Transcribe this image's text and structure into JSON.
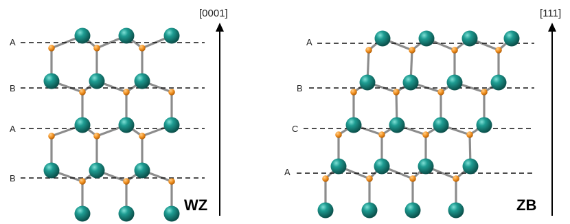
{
  "panels": [
    {
      "id": "wz",
      "name": "WZ",
      "axis_label": "[0001]",
      "layer_labels": [
        "A",
        "B",
        "A",
        "B"
      ]
    },
    {
      "id": "zb",
      "name": "ZB",
      "axis_label": "[111]",
      "layer_labels": [
        "A",
        "B",
        "C",
        "A"
      ]
    }
  ],
  "colors": {
    "large_atom": "#147a73",
    "small_atom": "#f0901e",
    "bond": "#8c8c8c",
    "dashed_line": "#111111",
    "arrow": "#000000"
  }
}
